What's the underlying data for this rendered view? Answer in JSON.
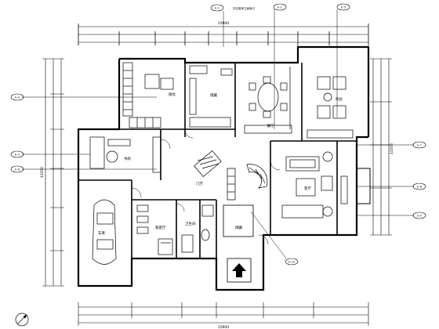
{
  "room_labels": {
    "kitchen": "厨房",
    "dining": "餐厅",
    "living": "客厅",
    "study": "书房",
    "family": "家庭厅",
    "garage": "车库",
    "storage": "储藏",
    "hall": "门厅",
    "bath": "卫生间",
    "veranda": "阳台"
  },
  "callouts": {
    "top_a": "E-1",
    "top_b": "E-2",
    "top_c": "E-3",
    "left_a": "E-4",
    "left_b": "E-5",
    "left_c": "E-6",
    "right_a": "E-7",
    "right_b": "E-8",
    "right_c": "E-9",
    "bottom_a": "E-10"
  },
  "top_note": "详见厨房立面索引",
  "dimension_totals": {
    "top": "15900",
    "bottom": "15900",
    "left": "13200",
    "right": "13200"
  }
}
